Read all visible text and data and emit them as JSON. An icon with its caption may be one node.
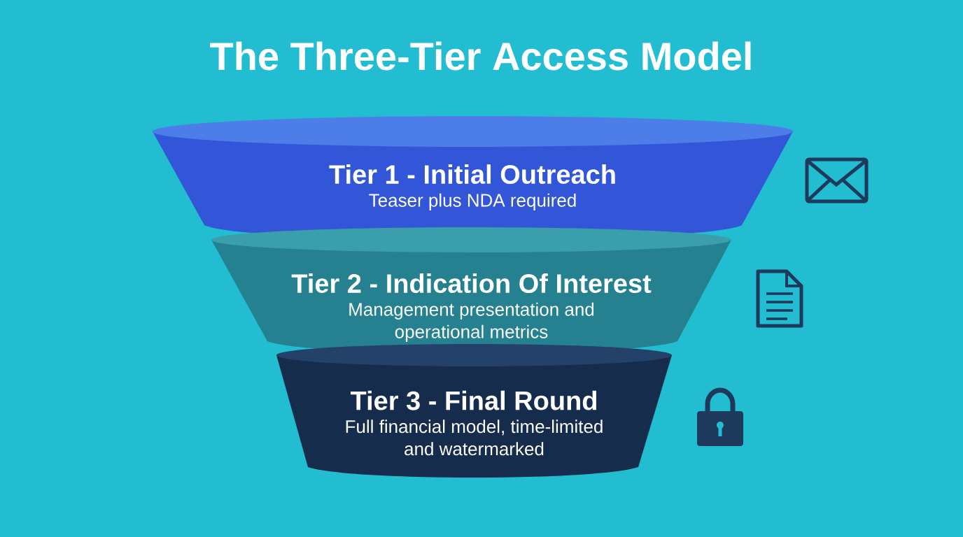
{
  "diagram": {
    "title": "The Three-Tier Access Model",
    "nodes": [
      {
        "text": [
          "Tier 1 - Initial Outreach",
          "Teaser plus NDA required"
        ]
      },
      {
        "text": [
          "Tier 2 - Indication Of Interest",
          "Management presentation and operational metrics"
        ]
      },
      {
        "text": [
          "Tier 3 - Final Round",
          "Full financial model, time-limited and watermarked"
        ]
      }
    ]
  }
}
